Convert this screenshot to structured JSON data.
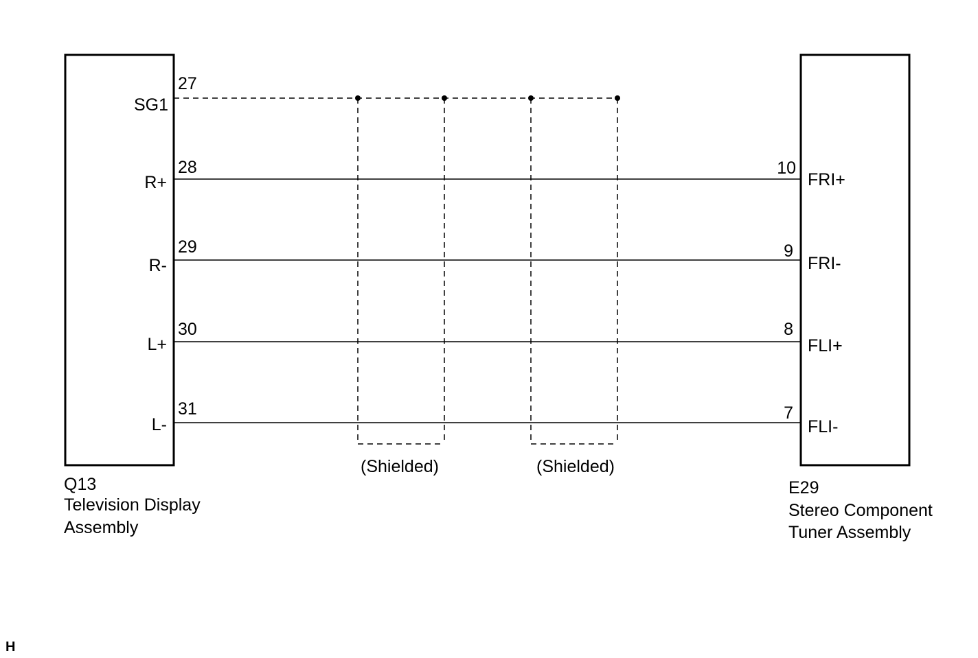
{
  "left_component": {
    "code": "Q13",
    "name_line1": "Television Display",
    "name_line2": "Assembly"
  },
  "right_component": {
    "code": "E29",
    "name_line1": "Stereo Component",
    "name_line2": "Tuner Assembly"
  },
  "left_pins": [
    {
      "num": "27",
      "name": "SG1"
    },
    {
      "num": "28",
      "name": "R+"
    },
    {
      "num": "29",
      "name": "R-"
    },
    {
      "num": "30",
      "name": "L+"
    },
    {
      "num": "31",
      "name": "L-"
    }
  ],
  "right_pins": [
    {
      "num": "10",
      "name": "FRI+"
    },
    {
      "num": "9",
      "name": "FRI-"
    },
    {
      "num": "8",
      "name": "FLI+"
    },
    {
      "num": "7",
      "name": "FLI-"
    }
  ],
  "shields": [
    {
      "label": "(Shielded)"
    },
    {
      "label": "(Shielded)"
    }
  ],
  "corner_mark": "H",
  "colors": {
    "line": "#000000",
    "background": "#ffffff"
  }
}
